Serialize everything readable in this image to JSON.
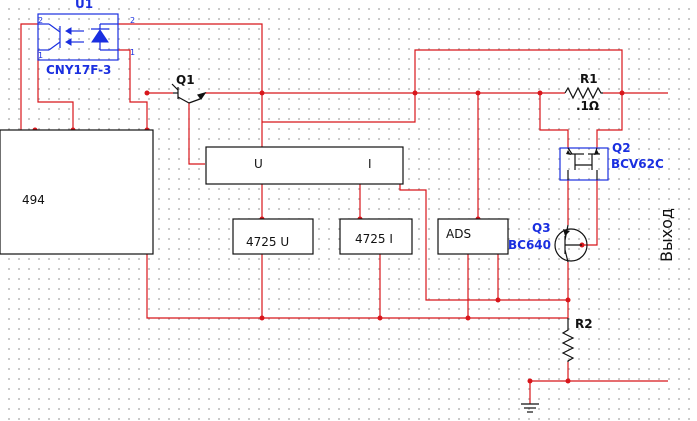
{
  "components": {
    "u1": {
      "ref": "U1",
      "part": "CNY17F-3",
      "pins": [
        "2",
        "1",
        "2",
        "1"
      ]
    },
    "q1": {
      "ref": "Q1"
    },
    "r1": {
      "ref": "R1",
      "value": ".1Ω"
    },
    "q2": {
      "ref": "Q2",
      "part": "BCV62C"
    },
    "q3": {
      "ref": "Q3",
      "part": "BC640"
    },
    "r2": {
      "ref": "R2"
    }
  },
  "blocks": {
    "chip_494": "494",
    "measure_u": "U",
    "measure_i": "I",
    "adc_4725_u": "4725 U",
    "adc_4725_i": "4725 I",
    "ads": "ADS"
  },
  "output_label": "Выход",
  "colors": {
    "wire": "#d8161b",
    "component_blue": "#1a2fe0",
    "grid_dot": "#b9b9b9"
  }
}
